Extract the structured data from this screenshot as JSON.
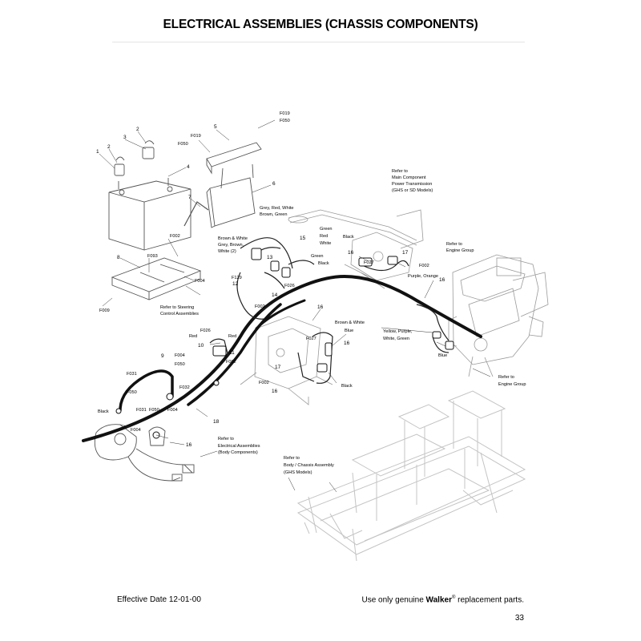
{
  "header": {
    "title": "ELECTRICAL ASSEMBLIES (CHASSIS COMPONENTS)"
  },
  "footer": {
    "effective_date": "Effective Date 12-01-00",
    "parts_note_prefix": "Use only genuine ",
    "brand": "Walker",
    "registered": "®",
    "parts_note_suffix": " replacement parts.",
    "page_number": "33"
  },
  "callouts": {
    "n1": "1",
    "n2a": "2",
    "n2b": "2",
    "n3": "3",
    "n4": "4",
    "n5": "5",
    "n6": "6",
    "n7": "7",
    "n8": "8",
    "n9": "9",
    "n10": "10",
    "n11": "11",
    "n12": "12",
    "n13": "13",
    "n14": "14",
    "n15": "15",
    "n16a": "16",
    "n16b": "16",
    "n16c": "16",
    "n16d": "16",
    "n16e": "16",
    "n17a": "17",
    "n17b": "17",
    "n18": "18",
    "f019a": "F019",
    "f050a": "F050",
    "f019b": "F019",
    "f050b": "F050",
    "f002a": "F002",
    "f093": "F093",
    "f004a": "F004",
    "f009": "F009",
    "f129": "F129",
    "f002b": "F002",
    "f026a": "F026",
    "f027a": "F027",
    "f002c": "F002",
    "f026b": "F026",
    "f004b": "F004",
    "f050c": "F050",
    "f002d": "F002",
    "f027b": "F027",
    "f002e": "F002",
    "f031a": "F031",
    "f050d": "F050",
    "f032": "F032",
    "f031b": "F031",
    "f050e": "F050",
    "f004c": "F004",
    "f004d": "F004"
  },
  "wire_labels": {
    "grey_red_white_1": "Grey, Red, White",
    "grey_red_white_2": "Brown, Green",
    "brown_white_1": "Brown & White",
    "brown_white_2": "Grey, Brown,",
    "brown_white_3": "White (2)",
    "green_red_white_1": "Green",
    "green_red_white_2": "Red",
    "green_red_white_3": "White",
    "green_black_1": "Green",
    "green_black_2": "Black",
    "black_top": "Black",
    "purple_orange": "Purple, Orange",
    "brown_white_blue_1": "Brown & White",
    "brown_white_blue_2": "Blue",
    "yellow_1": "Yellow, Purple,",
    "yellow_2": "White, Green",
    "blue": "Blue",
    "red_a": "Red",
    "red_b": "Red",
    "black_mid": "Black",
    "black_left": "Black"
  },
  "references": {
    "main_component_1": "Refer to",
    "main_component_2": "Main Component",
    "main_component_3": "Power Transmission",
    "main_component_4": "(GHS or SD Models)",
    "engine_group_a1": "Refer to",
    "engine_group_a2": "Engine Group",
    "steering_1": "Refer to Steering",
    "steering_2": "Control Assemblies",
    "engine_group_b1": "Refer to",
    "engine_group_b2": "Engine Group",
    "electrical_body_1": "Refer to",
    "electrical_body_2": "Electrical Assemblies",
    "electrical_body_3": "(Body Components)",
    "chassis_1": "Refer to",
    "chassis_2": "Body / Chassis Assembly",
    "chassis_3": "(GHS Models)"
  }
}
